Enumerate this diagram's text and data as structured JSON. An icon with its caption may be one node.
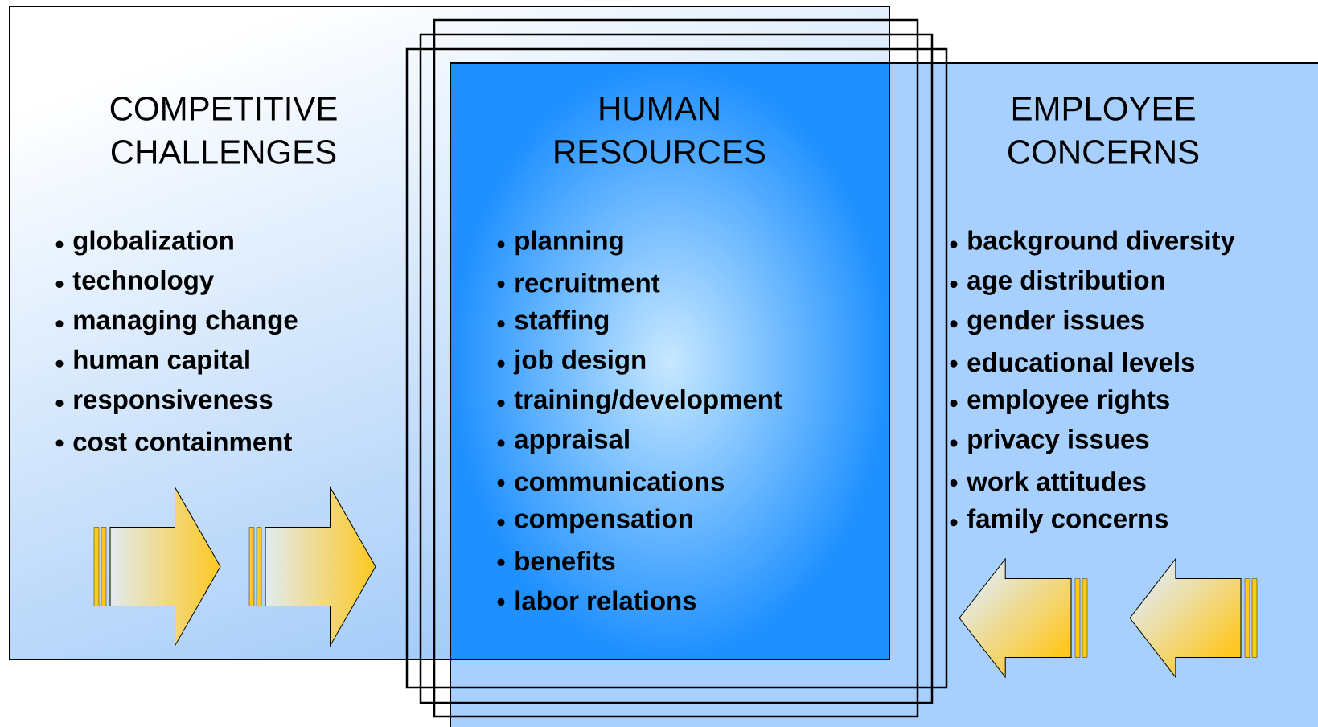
{
  "diagram": {
    "nodes": [
      {
        "text": [
          "COMPETITIVE CHALLENGES",
          "globalization",
          "technology",
          "managing change",
          "human capital",
          "responsiveness",
          "cost containment"
        ]
      },
      {
        "text": [
          "EMPLOYEE CONCERNS",
          "background diversity",
          "age distribution",
          "gender issues",
          "educational levels",
          "employee rights",
          "privacy issues",
          "work attitudes",
          "family concerns"
        ]
      },
      {
        "text": [
          "HUMAN RESOURCES",
          "planning",
          "recruitment",
          "staffing",
          "job design",
          "training/development",
          "appraisal",
          "communications",
          "compensation",
          "benefits",
          "labor relations"
        ]
      }
    ]
  }
}
